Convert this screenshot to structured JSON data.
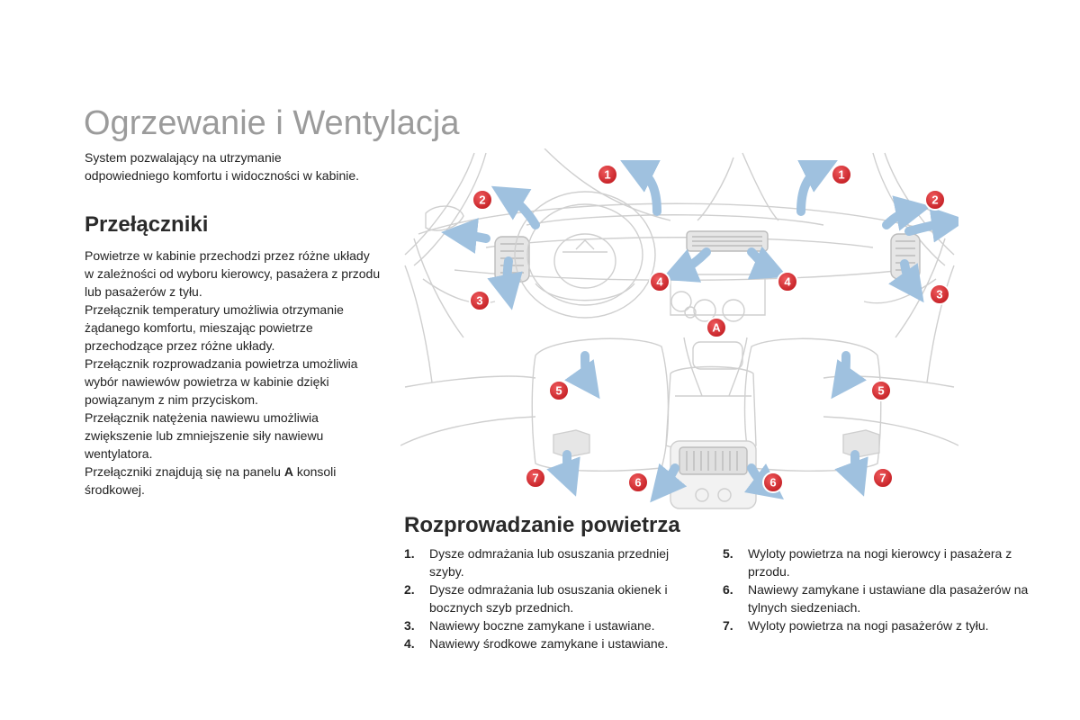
{
  "title": "Ogrzewanie i Wentylacja",
  "intro": "System pozwalający na utrzymanie odpowiedniego komfortu i widoczności w kabinie.",
  "switches": {
    "heading": "Przełączniki",
    "p1": "Powietrze w kabinie przechodzi przez różne układy w zależności od wyboru kierowcy, pasażera z przodu lub pasażerów z tyłu.",
    "p2": "Przełącznik temperatury umożliwia otrzymanie żądanego komfortu, mieszając powietrze przechodzące przez różne układy.",
    "p3": "Przełącznik rozprowadzania powietrza umożliwia wybór nawiewów powietrza w kabinie dzięki powiązanym z nim przyciskom.",
    "p4": "Przełącznik natężenia nawiewu umożliwia zwiększenie lub zmniejszenie siły nawiewu wentylatora.",
    "p5_before": "Przełączniki znajdują się na panelu ",
    "p5_bold": "A",
    "p5_after": " konsoli środkowej."
  },
  "distribution": {
    "heading": "Rozprowadzanie powietrza",
    "items": [
      {
        "num": "1.",
        "text": "Dysze odmrażania lub osuszania przedniej szyby."
      },
      {
        "num": "2.",
        "text": "Dysze odmrażania lub osuszania okienek i bocznych szyb przednich."
      },
      {
        "num": "3.",
        "text": "Nawiewy boczne zamykane i ustawiane."
      },
      {
        "num": "4.",
        "text": "Nawiewy środkowe zamykane i ustawiane."
      },
      {
        "num": "5.",
        "text": "Wyloty powietrza na nogi kierowcy i pasażera z przodu."
      },
      {
        "num": "6.",
        "text": "Nawiewy zamykane i ustawiane dla pasażerów na tylnych siedzeniach."
      },
      {
        "num": "7.",
        "text": "Wyloty powietrza na nogi pasażerów z tyłu."
      }
    ]
  },
  "diagram": {
    "markers": [
      "1",
      "1",
      "2",
      "2",
      "3",
      "3",
      "4",
      "4",
      "A",
      "5",
      "5",
      "6",
      "6",
      "7",
      "7"
    ],
    "colors": {
      "marker": "#d42a2f",
      "arrow": "#9fc1df",
      "line": "#cfcfcf"
    }
  }
}
